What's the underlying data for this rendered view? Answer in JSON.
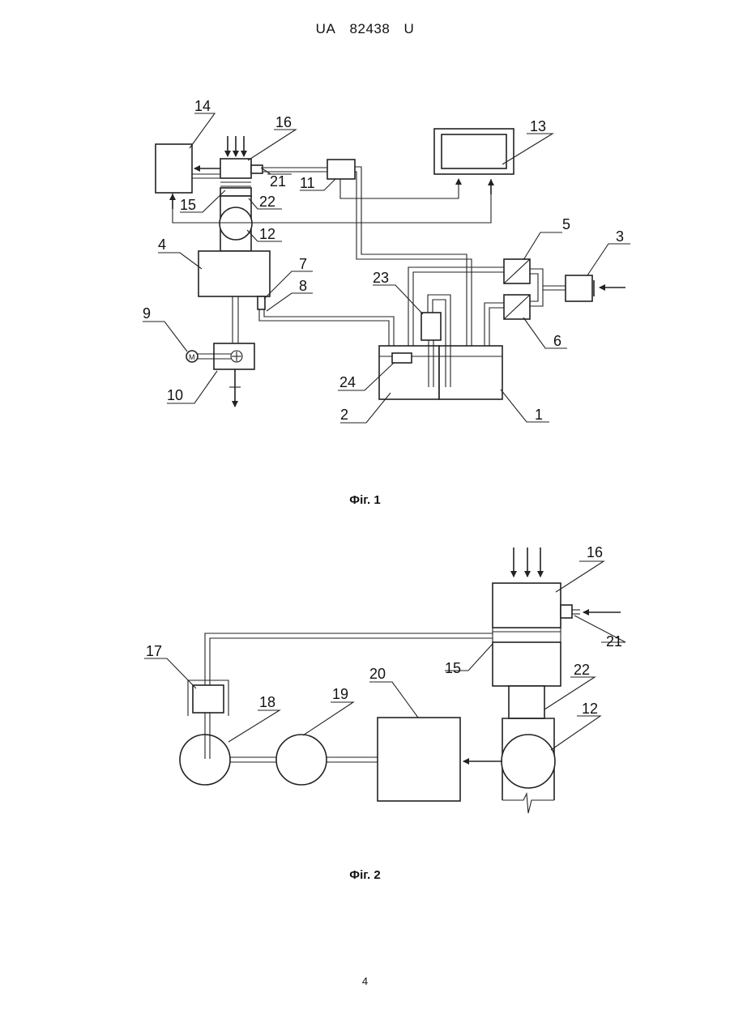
{
  "header": {
    "country": "UA",
    "number": "82438",
    "kind": "U"
  },
  "figures": [
    {
      "caption": "Фіг. 1",
      "labels": [
        "14",
        "16",
        "13",
        "21",
        "11",
        "22",
        "15",
        "12",
        "5",
        "3",
        "4",
        "7",
        "8",
        "23",
        "9",
        "6",
        "24",
        "10",
        "2",
        "1"
      ]
    },
    {
      "caption": "Фіг. 2",
      "labels": [
        "16",
        "21",
        "17",
        "15",
        "22",
        "20",
        "19",
        "18",
        "12"
      ]
    }
  ],
  "page_number": "4"
}
